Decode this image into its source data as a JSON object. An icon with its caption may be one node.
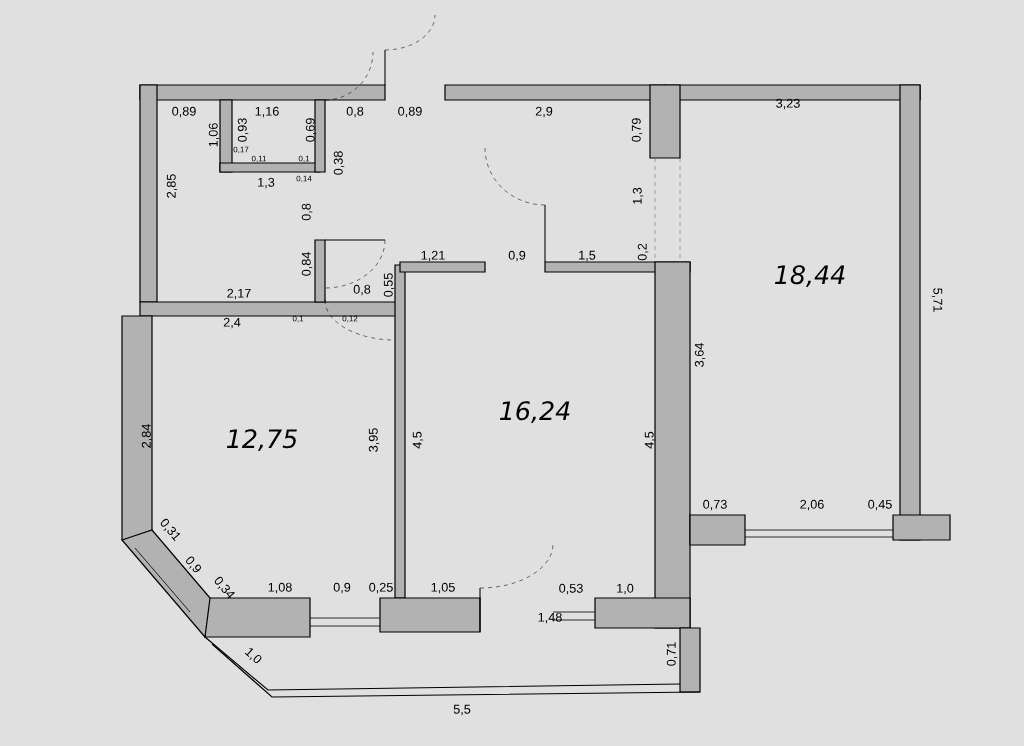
{
  "diagram": {
    "labels": [
      "0,89",
      "1,16",
      "0,8",
      "0,89",
      "2,9",
      "3,23",
      "1,06",
      "0,93",
      "0,69",
      "0,79",
      "0,17",
      "0,11",
      "0,1",
      "1,3",
      "0,14",
      "0,38",
      "2,85",
      "1,3",
      "0,8",
      "0,84",
      "1,21",
      "0,9",
      "1,5",
      "0,2",
      "2,17",
      "0,8",
      "0,55",
      "18,44",
      "5,71",
      "2,4",
      "0,1",
      "0,12",
      "3,64",
      "2,84",
      "12,75",
      "3,95",
      "4,5",
      "16,24",
      "4,5",
      "0,31",
      "0,9",
      "0,34",
      "0,73",
      "2,06",
      "0,45",
      "1,08",
      "0,9",
      "0,25",
      "1,05",
      "0,53",
      "1,0",
      "1,48",
      "1,0",
      "0,71",
      "5,5"
    ]
  }
}
